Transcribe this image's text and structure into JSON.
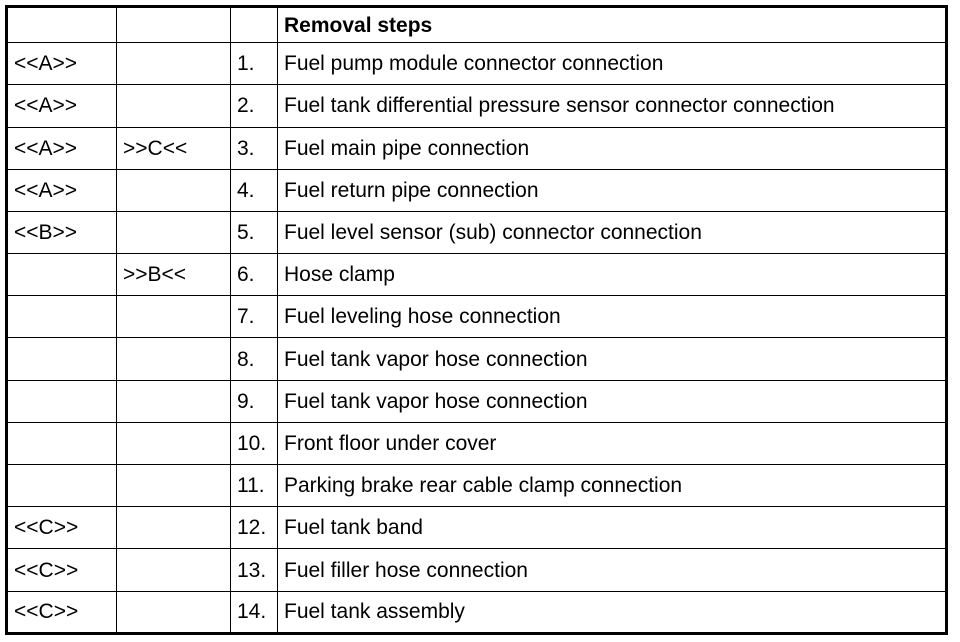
{
  "table": {
    "header": {
      "title": "Removal steps"
    },
    "rows": [
      {
        "col_a": "<<A>>",
        "col_b": "",
        "num": "1.",
        "desc": "Fuel pump module connector connection"
      },
      {
        "col_a": "<<A>>",
        "col_b": "",
        "num": "2.",
        "desc": "Fuel tank differential pressure sensor connector connection"
      },
      {
        "col_a": "<<A>>",
        "col_b": ">>C<<",
        "num": "3.",
        "desc": "Fuel main pipe connection"
      },
      {
        "col_a": "<<A>>",
        "col_b": "",
        "num": "4.",
        "desc": "Fuel return pipe connection"
      },
      {
        "col_a": "<<B>>",
        "col_b": "",
        "num": "5.",
        "desc": "Fuel level sensor (sub) connector connection"
      },
      {
        "col_a": "",
        "col_b": ">>B<<",
        "num": "6.",
        "desc": "Hose clamp"
      },
      {
        "col_a": "",
        "col_b": "",
        "num": "7.",
        "desc": "Fuel leveling hose connection"
      },
      {
        "col_a": "",
        "col_b": "",
        "num": "8.",
        "desc": "Fuel tank vapor hose connection"
      },
      {
        "col_a": "",
        "col_b": "",
        "num": "9.",
        "desc": "Fuel tank vapor hose connection"
      },
      {
        "col_a": "",
        "col_b": "",
        "num": "10.",
        "desc": "Front floor under cover"
      },
      {
        "col_a": "",
        "col_b": "",
        "num": "11.",
        "desc": "Parking brake rear cable clamp connection"
      },
      {
        "col_a": "<<C>>",
        "col_b": "",
        "num": "12.",
        "desc": "Fuel tank band"
      },
      {
        "col_a": "<<C>>",
        "col_b": "",
        "num": "13.",
        "desc": "Fuel filler hose connection"
      },
      {
        "col_a": "<<C>>",
        "col_b": "",
        "num": "14.",
        "desc": "Fuel tank assembly"
      }
    ]
  }
}
